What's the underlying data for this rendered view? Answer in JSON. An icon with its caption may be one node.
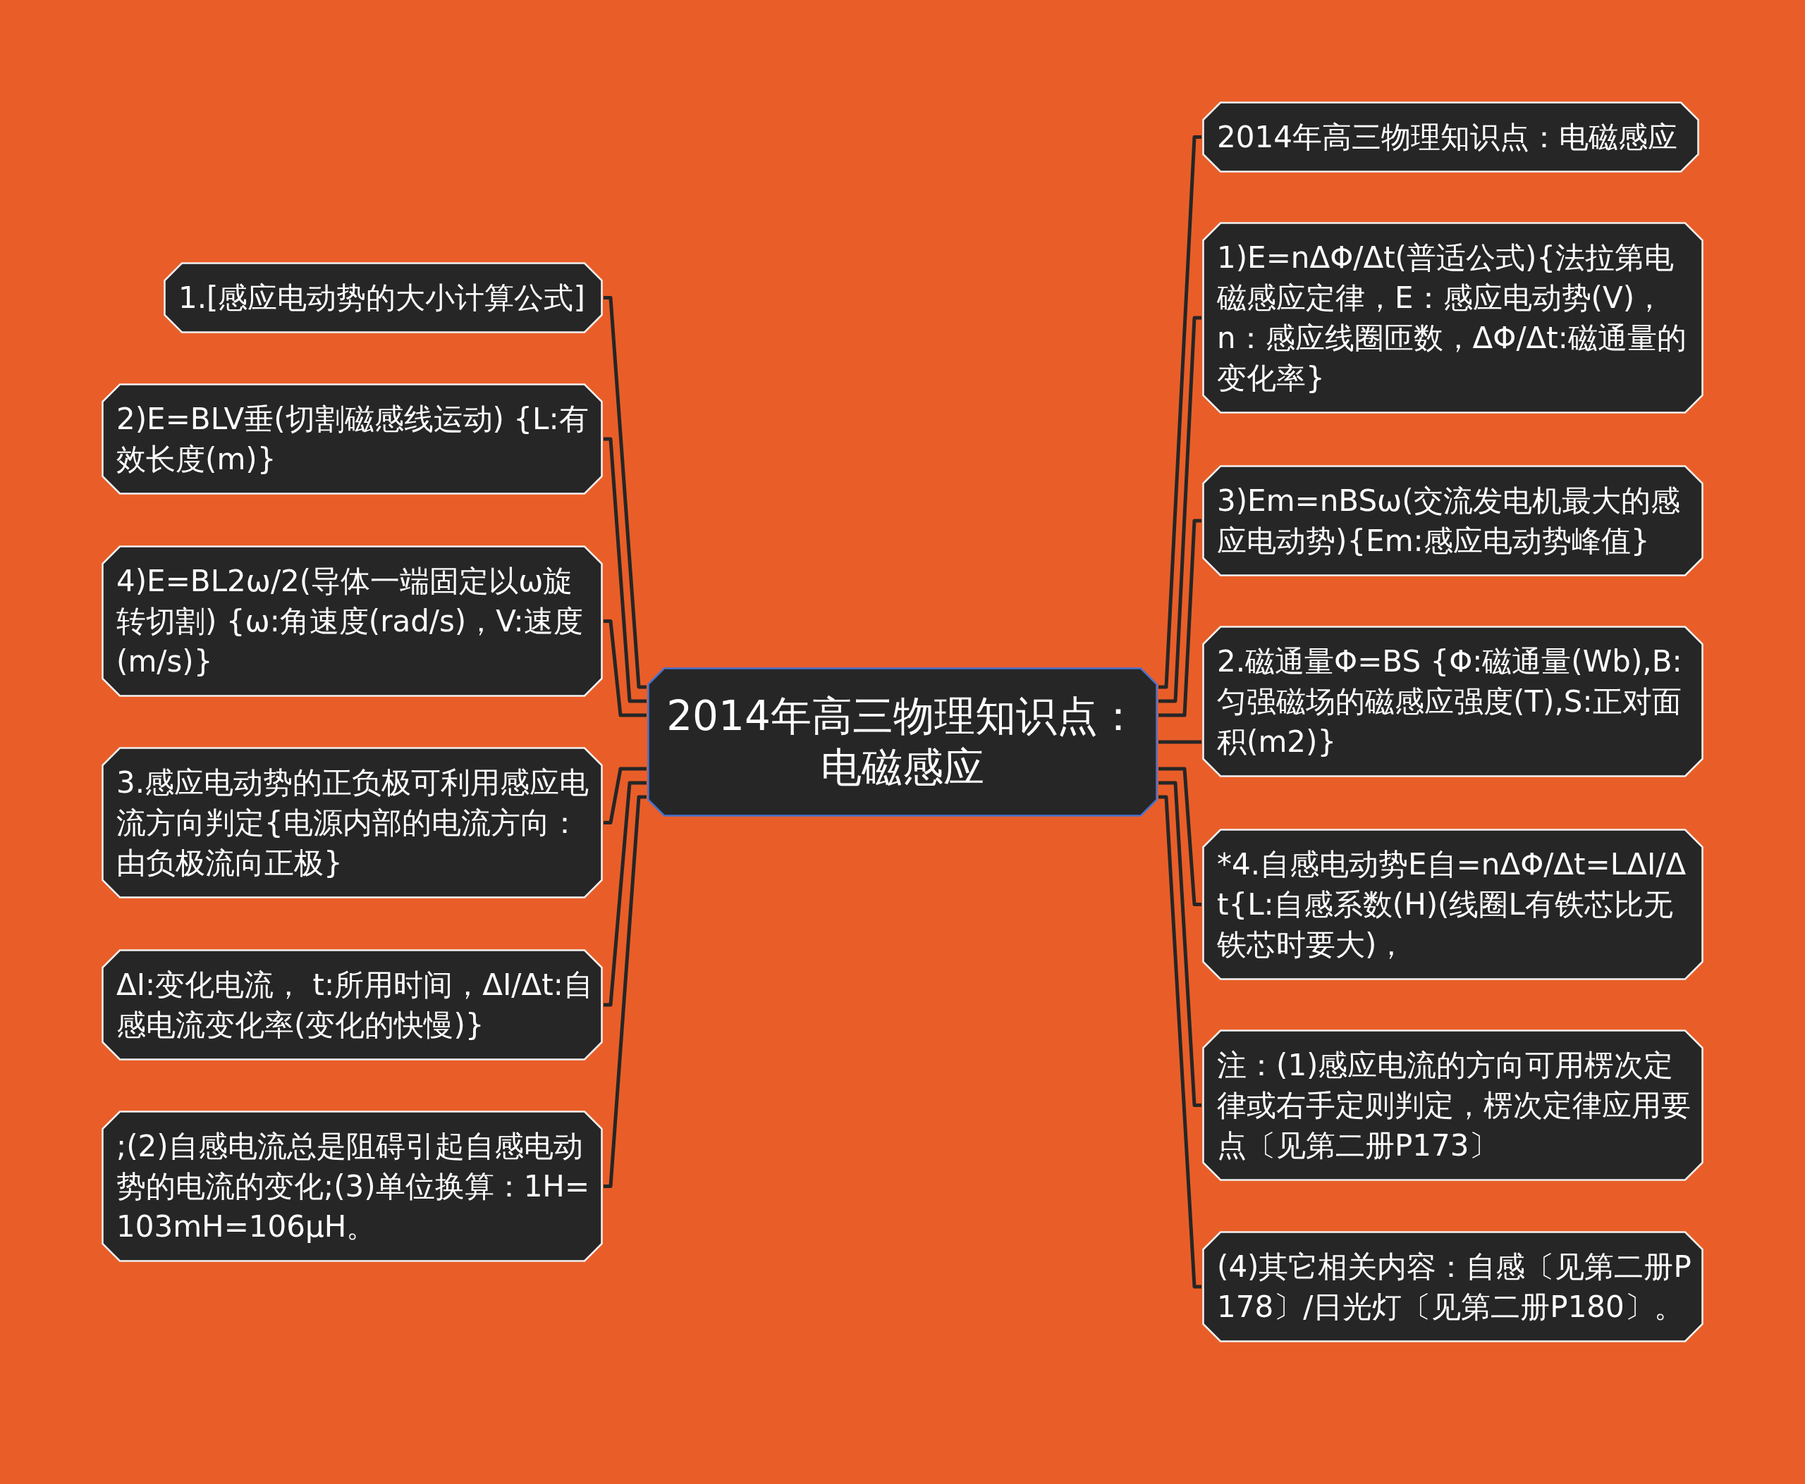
{
  "diagram": {
    "nodes": [
      {
        "text": [
          "2014年高三物理知识点：电磁感应"
        ]
      },
      {
        "text": [
          "1.[感应电动势的大小计算公式]"
        ]
      },
      {
        "text": [
          "2)E=BLV垂(切割磁感线运动) {L:有效长度(m)}"
        ]
      },
      {
        "text": [
          "4)E=BL2ω/2(导体一端固定以ω旋转切割) {ω:角速度(rad/s)，V:速度(m/s)}"
        ]
      },
      {
        "text": [
          "3.感应电动势的正负极可利用感应电流方向判定{电源内部的电流方向：由负极流向正极}"
        ]
      },
      {
        "text": [
          "ΔI:变化电流， t:所用时间，ΔI/Δt:自感电流变化率(变化的快慢)}"
        ]
      },
      {
        "text": [
          ";(2)自感电流总是阻碍引起自感电动势的电流的变化;(3)单位换算：1H=103mH=106μH。"
        ]
      },
      {
        "text": [
          "2014年高三物理知识点：电磁感应"
        ]
      },
      {
        "text": [
          "1)E=nΔΦ/Δt(普适公式){法拉第电磁感应定律，E：感应电动势(V)，n：感应线圈匝数，ΔΦ/Δt:磁通量的变化率}"
        ]
      },
      {
        "text": [
          "3)Em=nBSω(交流发电机最大的感应电动势){Em:感应电动势峰值}"
        ]
      },
      {
        "text": [
          "2.磁通量Φ=BS {Φ:磁通量(Wb),B:匀强磁场的磁感应强度(T),S:正对面积(m2)}"
        ]
      },
      {
        "text": [
          "*4.自感电动势E自=nΔΦ/Δt=LΔI/Δt{L:自感系数(H)(线圈L有铁芯比无铁芯时要大)，"
        ]
      },
      {
        "text": [
          "注：(1)感应电流的方向可用楞次定律或右手定则判定，楞次定律应用要点〔见第二册P173〕"
        ]
      },
      {
        "text": [
          "(4)其它相关内容：自感〔见第二册P178〕/日光灯〔见第二册P180〕。"
        ]
      }
    ],
    "edges": [
      {
        "from": 0,
        "to": 1,
        "arrow": "none"
      },
      {
        "from": 0,
        "to": 2,
        "arrow": "none"
      },
      {
        "from": 0,
        "to": 3,
        "arrow": "none"
      },
      {
        "from": 0,
        "to": 4,
        "arrow": "none"
      },
      {
        "from": 0,
        "to": 5,
        "arrow": "none"
      },
      {
        "from": 0,
        "to": 6,
        "arrow": "none"
      },
      {
        "from": 0,
        "to": 7,
        "arrow": "none"
      },
      {
        "from": 0,
        "to": 8,
        "arrow": "none"
      },
      {
        "from": 0,
        "to": 9,
        "arrow": "none"
      },
      {
        "from": 0,
        "to": 10,
        "arrow": "none"
      },
      {
        "from": 0,
        "to": 11,
        "arrow": "none"
      },
      {
        "from": 0,
        "to": 12,
        "arrow": "none"
      },
      {
        "from": 0,
        "to": 13,
        "arrow": "none"
      }
    ]
  }
}
